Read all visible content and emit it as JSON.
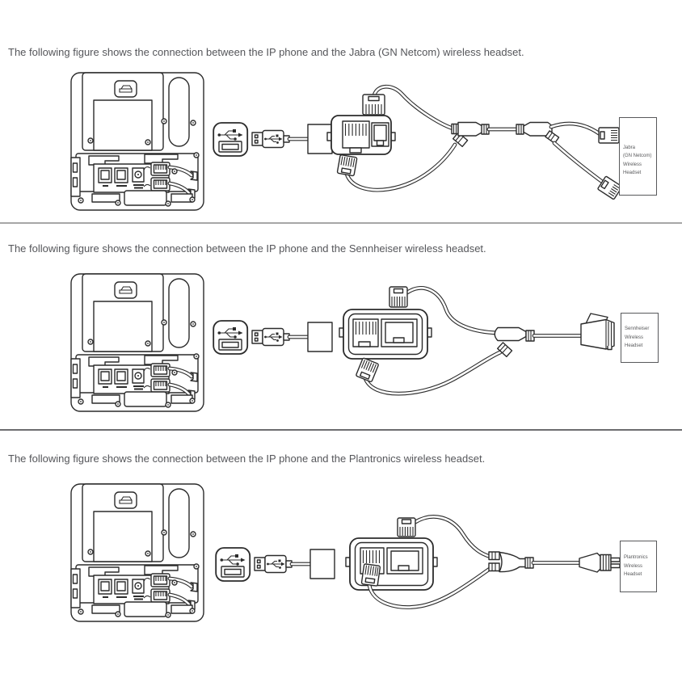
{
  "page": {
    "background": "#ffffff"
  },
  "colors": {
    "line": "#2b2b2b",
    "caption_text": "#55565a",
    "label_text": "#58595b",
    "divider_light": "#a7a7a7",
    "divider_dark": "#6d6d6f"
  },
  "sections": [
    {
      "caption": "The following figure shows the connection between the IP phone and the Jabra (GN Netcom) wireless headset.",
      "headset_label": "Jabra\n(GN Netcom)\nWireless\nHeadset"
    },
    {
      "caption": "The following figure shows the connection between the IP phone and the Sennheiser wireless headset.",
      "headset_label": "Sennheiser\nWireless\nHeadset"
    },
    {
      "caption": "The following figure shows the connection between the IP phone and the Plantronics wireless headset.",
      "headset_label": "Plantronics\nWireless\nHeadset"
    }
  ]
}
